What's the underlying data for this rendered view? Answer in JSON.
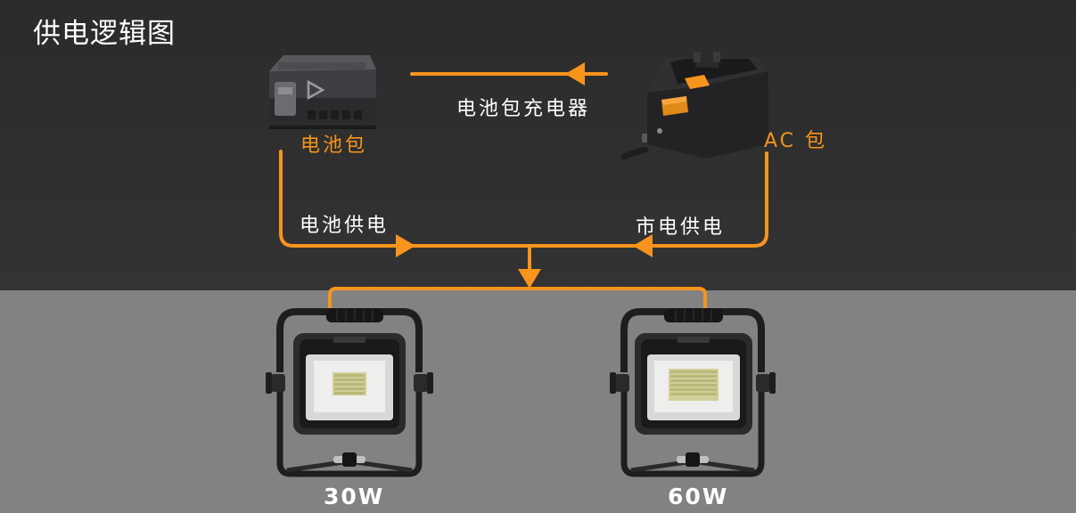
{
  "title": "供电逻辑图",
  "nodes": {
    "battery": {
      "label": "电池包"
    },
    "ac_pack": {
      "label": "AC 包"
    },
    "light_30w": {
      "label": "30W"
    },
    "light_60w": {
      "label": "60W"
    }
  },
  "edges": {
    "charger": {
      "label": "电池包充电器"
    },
    "battery_supply": {
      "label": "电池供电"
    },
    "mains_supply": {
      "label": "市电供电"
    }
  },
  "colors": {
    "accent": "#f7941d",
    "top_bg": "#2e2e2e",
    "bottom_bg": "#828282",
    "text": "#ffffff"
  }
}
